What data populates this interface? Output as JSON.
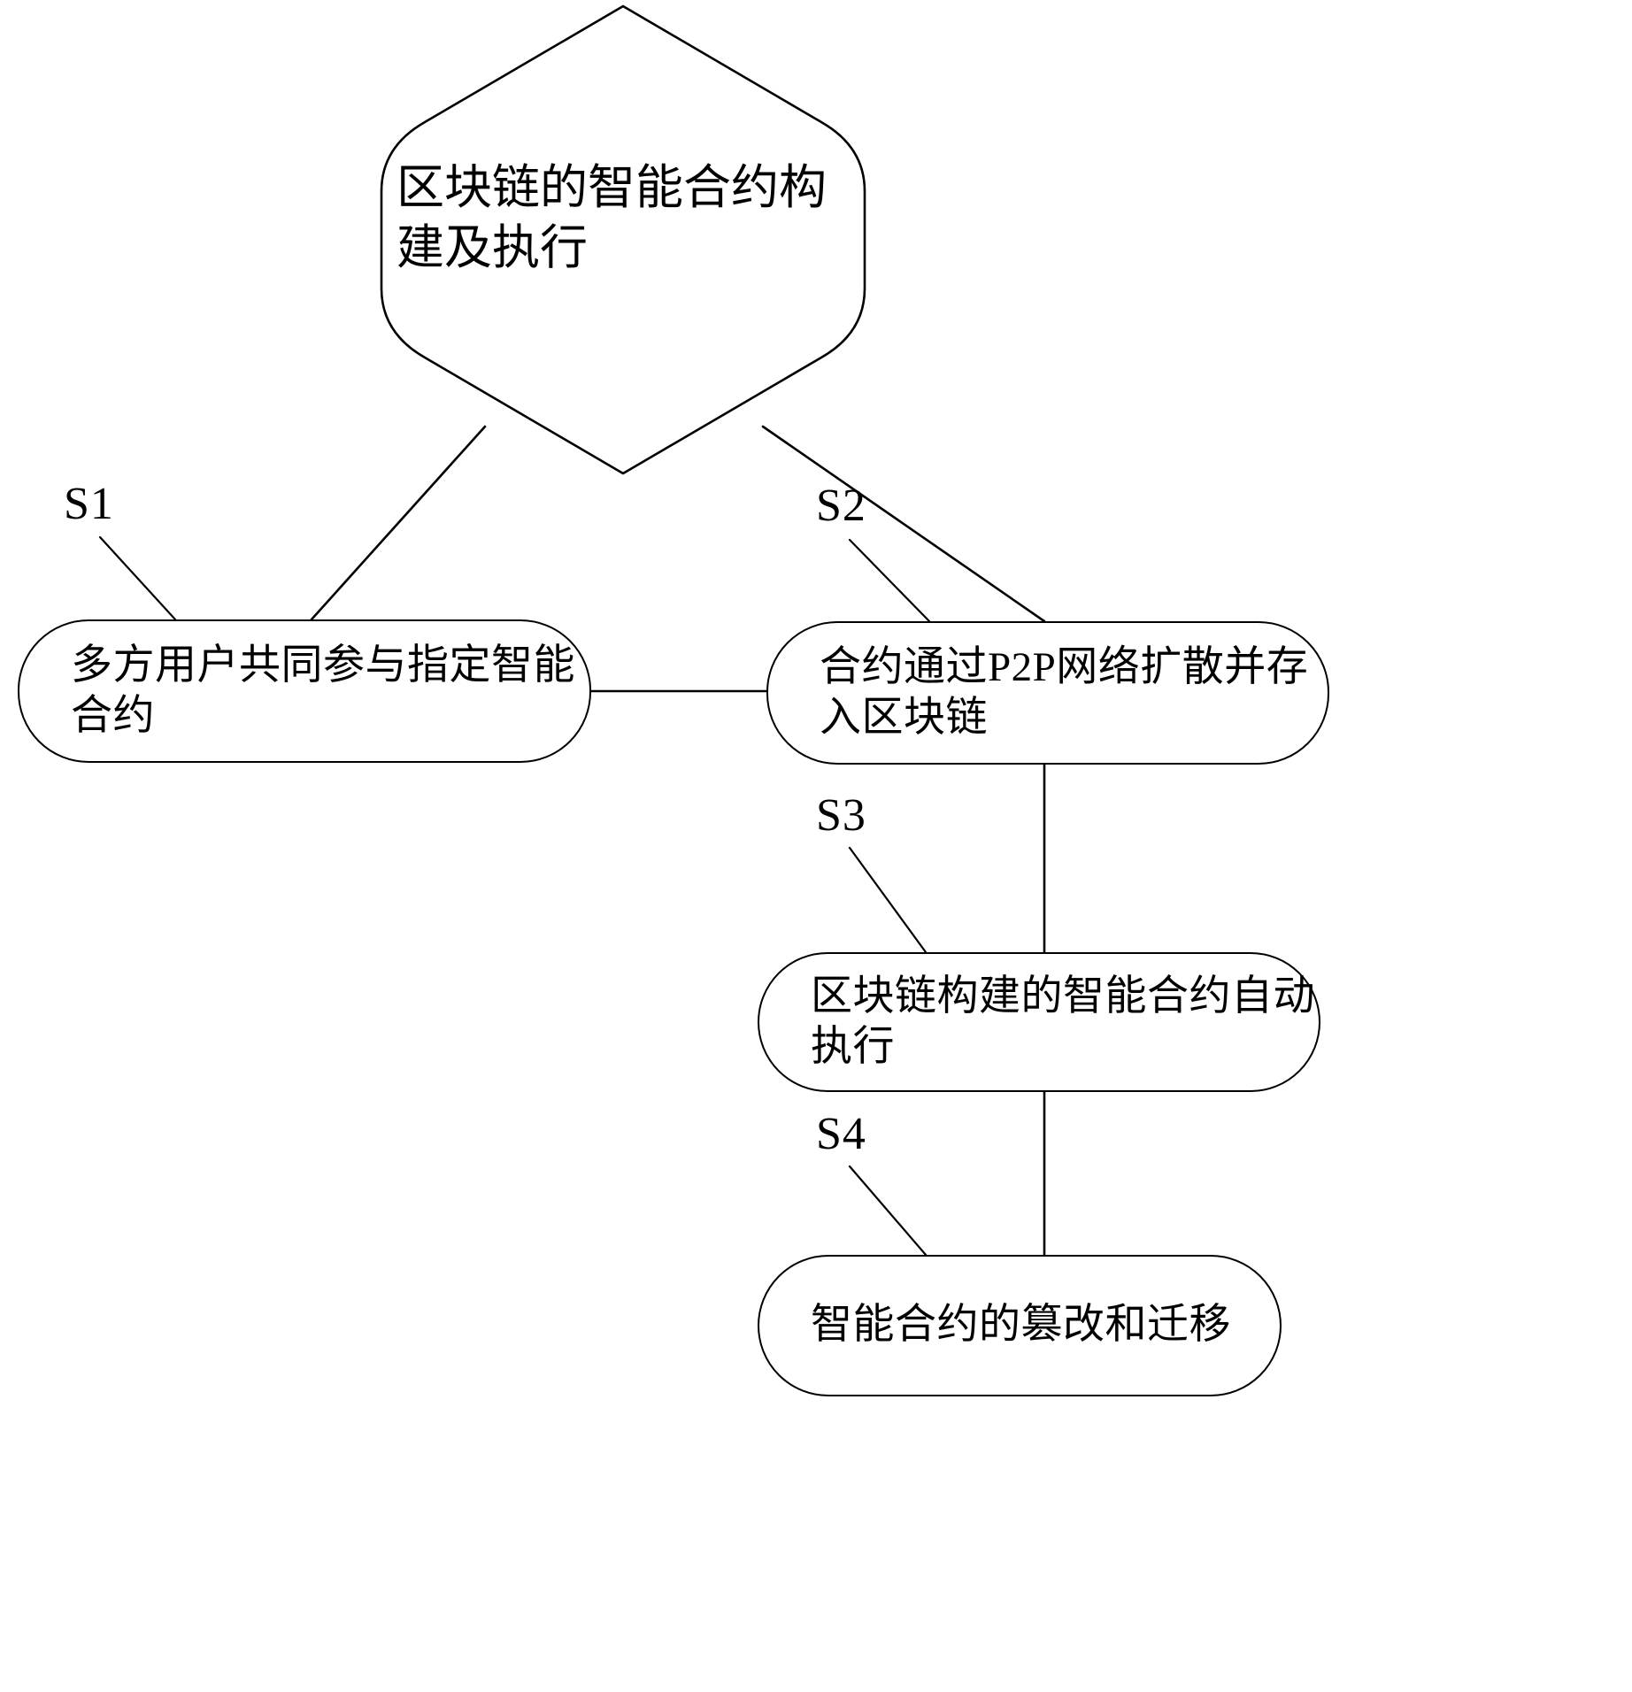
{
  "diagram": {
    "title_node": {
      "id": "root",
      "shape": "hexagon",
      "text": "区块链的智能合约构建及执行"
    },
    "steps": [
      {
        "id": "S1",
        "tag": "S1",
        "shape": "rounded-rectangle",
        "text": "多方用户共同参与指定智能合约"
      },
      {
        "id": "S2",
        "tag": "S2",
        "shape": "rounded-rectangle",
        "text": "合约通过P2P网络扩散并存入区块链"
      },
      {
        "id": "S3",
        "tag": "S3",
        "shape": "rounded-rectangle",
        "text": "区块链构建的智能合约自动执行"
      },
      {
        "id": "S4",
        "tag": "S4",
        "shape": "rounded-rectangle",
        "text": "智能合约的篡改和迁移"
      }
    ],
    "connectors": [
      {
        "from": "root",
        "to": "S1",
        "style": "plain-line"
      },
      {
        "from": "root",
        "to": "S2",
        "style": "plain-line"
      },
      {
        "from": "S1",
        "to": "S2",
        "style": "plain-line"
      },
      {
        "from": "S2",
        "to": "S3",
        "style": "plain-line"
      },
      {
        "from": "S3",
        "to": "S4",
        "style": "plain-line"
      }
    ],
    "leader_lines": [
      {
        "label": "S1",
        "target": "S1"
      },
      {
        "label": "S2",
        "target": "S2"
      },
      {
        "label": "S3",
        "target": "S3"
      },
      {
        "label": "S4",
        "target": "S4"
      }
    ],
    "colors": {
      "stroke": "#000000",
      "fill": "#ffffff",
      "text": "#000000"
    }
  }
}
